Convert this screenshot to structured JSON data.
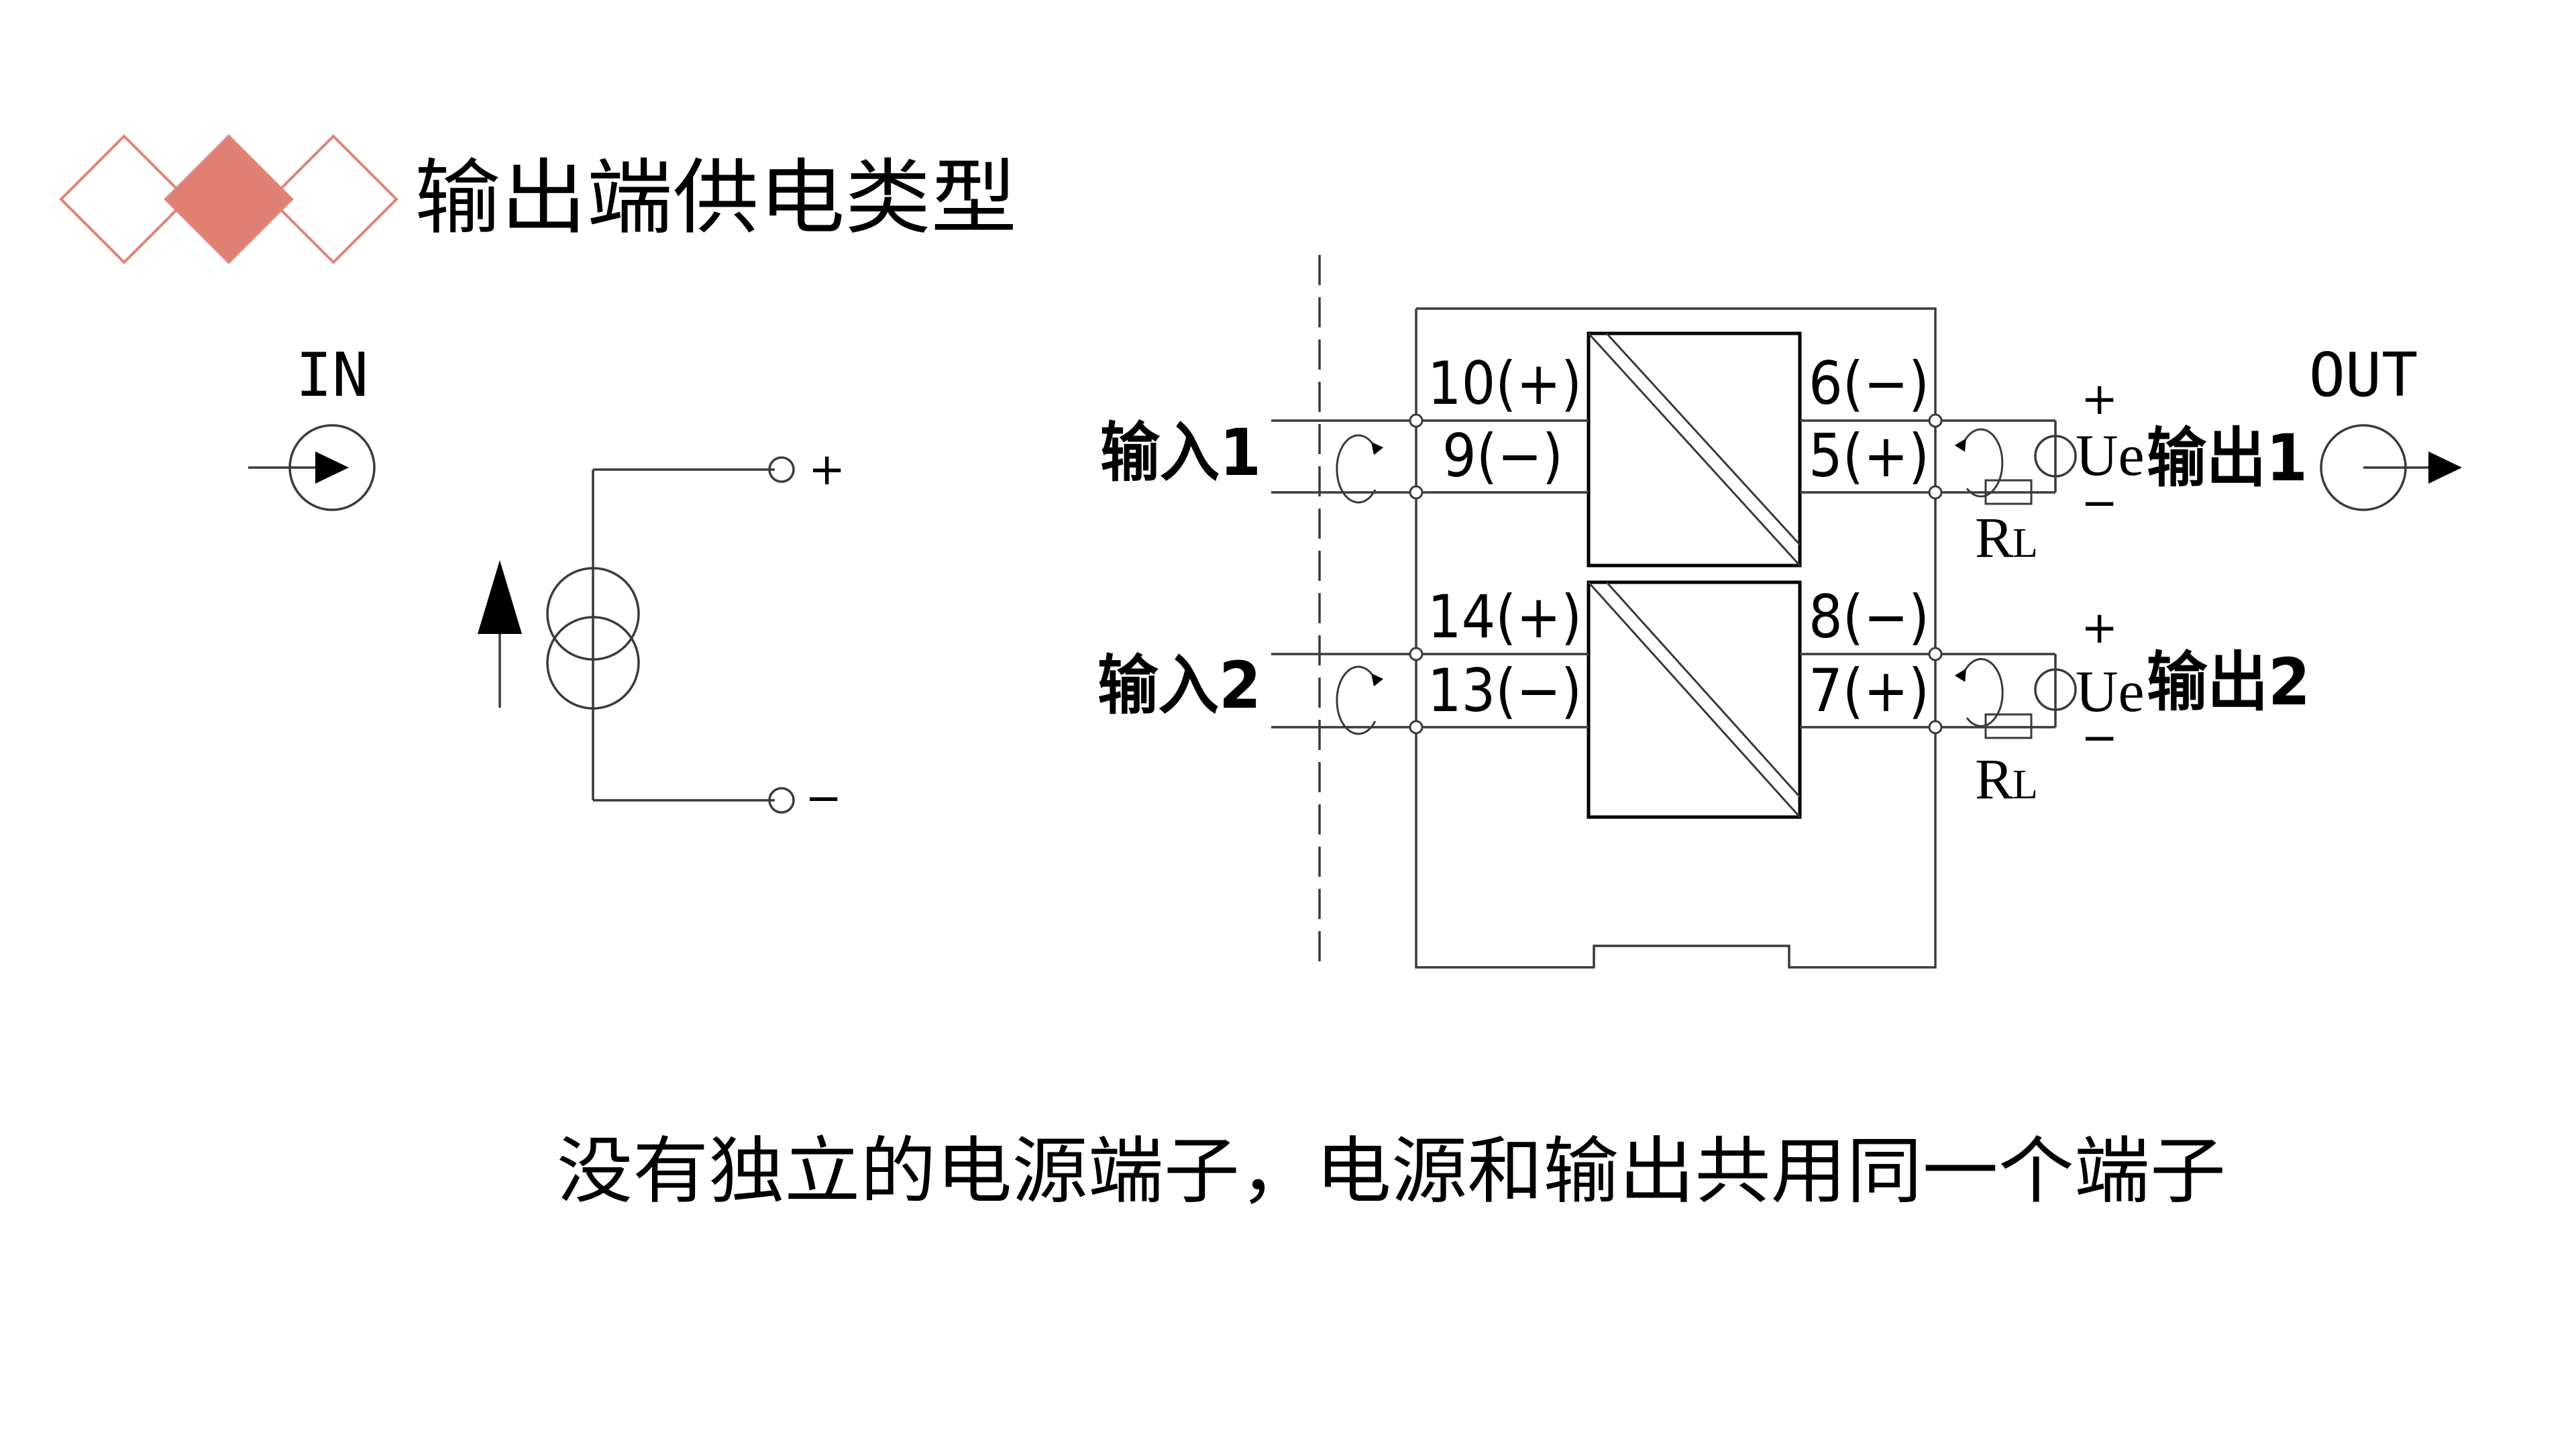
{
  "slide": {
    "title": "输出端供电类型",
    "caption": "没有独立的电源端子，电源和输出共用同一个端子"
  },
  "colors": {
    "accent": "#e08072",
    "accent_outline": "#e0847a",
    "line": "#3a3a3a",
    "text": "#000000"
  },
  "left_symbol": {
    "in_label": "IN",
    "plus": "+",
    "minus": "−"
  },
  "module": {
    "channel1": {
      "input_label": "输入1",
      "input_pos": "10(+)",
      "input_neg": "9(−)",
      "output_neg": "6(−)",
      "output_pos": "5(+)",
      "plus": "+",
      "minus": "−",
      "ue": "Ue",
      "output_label": "输出1",
      "rl_r": "R",
      "rl_l": "L"
    },
    "channel2": {
      "input_label": "输入2",
      "input_pos": "14(+)",
      "input_neg": "13(−)",
      "output_neg": "8(−)",
      "output_pos": "7(+)",
      "plus": "+",
      "minus": "−",
      "ue": "Ue",
      "output_label": "输出2",
      "rl_r": "R",
      "rl_l": "L"
    },
    "out_label": "OUT"
  }
}
